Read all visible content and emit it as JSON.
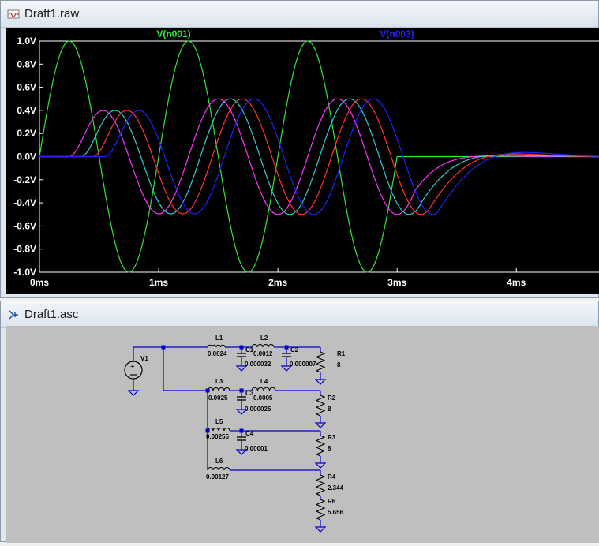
{
  "waveform_window": {
    "title": "Draft1.raw",
    "icon": "waveform-icon"
  },
  "schematic_window": {
    "title": "Draft1.asc",
    "icon": "schematic-icon"
  },
  "chart_data": {
    "type": "line",
    "legend": [
      "V(n001)",
      "V(n003)"
    ],
    "xlabel": "",
    "ylabel": "",
    "x_ticks": [
      "0ms",
      "1ms",
      "2ms",
      "3ms",
      "4ms"
    ],
    "y_ticks": [
      "1.0V",
      "0.8V",
      "0.6V",
      "0.4V",
      "0.2V",
      "0.0V",
      "-0.2V",
      "-0.4V",
      "-0.6V",
      "-0.8V",
      "-1.0V"
    ],
    "xlim": [
      0,
      4.7
    ],
    "ylim": [
      -1.0,
      1.0
    ],
    "grid": false,
    "colors": {
      "background": "#000000",
      "axis": "#ffffff"
    },
    "series": [
      {
        "name": "V(n001)",
        "color": "#33e633",
        "kind": "source",
        "amp": 1.0,
        "freq_khz": 1.0,
        "delay_ms": 0.0,
        "stop_ms": 3.0,
        "decay": 0
      },
      {
        "color": "#ff33ff",
        "kind": "response",
        "amp": 0.5,
        "freq_khz": 1.0,
        "delay_ms": 0.25,
        "stop_ms": 3.0,
        "decay": 2.2
      },
      {
        "color": "#33cccc",
        "kind": "response",
        "amp": 0.5,
        "freq_khz": 1.0,
        "delay_ms": 0.35,
        "stop_ms": 3.0,
        "decay": 1.8
      },
      {
        "color": "#ff3333",
        "kind": "response",
        "amp": 0.5,
        "freq_khz": 1.0,
        "delay_ms": 0.45,
        "stop_ms": 3.0,
        "decay": 1.6
      },
      {
        "name": "V(n003)",
        "color": "#2222ff",
        "kind": "response",
        "amp": 0.5,
        "freq_khz": 1.0,
        "delay_ms": 0.55,
        "stop_ms": 3.0,
        "decay": 1.4
      }
    ]
  },
  "schematic": {
    "components": [
      {
        "ref": "V1",
        "value": ""
      },
      {
        "ref": "L1",
        "value": "0.0024"
      },
      {
        "ref": "C1",
        "value": "0.000032"
      },
      {
        "ref": "L2",
        "value": "0.0012"
      },
      {
        "ref": "C2",
        "value": "0.000007"
      },
      {
        "ref": "R1",
        "value": "8"
      },
      {
        "ref": "L3",
        "value": "0.0025"
      },
      {
        "ref": "C3",
        "value": "0.000025"
      },
      {
        "ref": "L4",
        "value": "0.0005"
      },
      {
        "ref": "R2",
        "value": "8"
      },
      {
        "ref": "L5",
        "value": "0.00255"
      },
      {
        "ref": "C4",
        "value": "0.00001"
      },
      {
        "ref": "R3",
        "value": "8"
      },
      {
        "ref": "L6",
        "value": "0.00127"
      },
      {
        "ref": "R4",
        "value": "2.344"
      },
      {
        "ref": "R6",
        "value": "5.656"
      }
    ]
  }
}
